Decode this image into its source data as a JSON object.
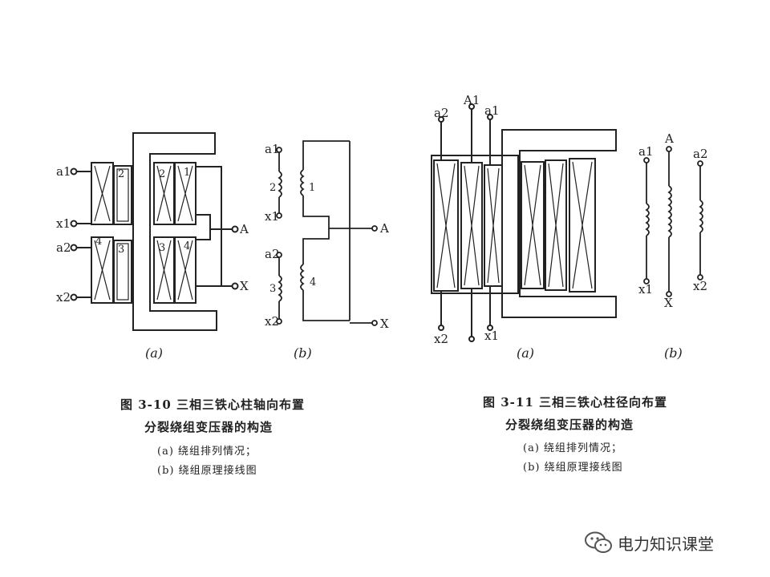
{
  "fig1": {
    "terminals": {
      "a1": "a1",
      "x1": "x1",
      "a2": "a2",
      "x2": "x2",
      "A": "A",
      "X": "X"
    },
    "coil_numbers": {
      "n1": "1",
      "n2": "2",
      "n3": "3",
      "n4": "4"
    },
    "sub_a": "(a)",
    "sub_b": "(b)",
    "caption": {
      "line1": "图 3-10 三相三铁心柱轴向布置",
      "line2": "分裂绕组变压器的构造",
      "item_a": "(a) 绕组排列情况；",
      "item_b": "(b) 绕组原理接线图"
    }
  },
  "fig2": {
    "terminals": {
      "a2": "a2",
      "A1": "A1",
      "a1": "a1",
      "x2": "x2",
      "x1": "x1",
      "A": "A",
      "X": "X"
    },
    "sub_a": "(a)",
    "sub_b": "(b)",
    "caption": {
      "line1": "图 3-11 三相三铁心柱径向布置",
      "line2": "分裂绕组变压器的构造",
      "item_a": "(a) 绕组排列情况；",
      "item_b": "(b) 绕组原理接线图"
    }
  },
  "watermark": {
    "text": "电力知识课堂",
    "icon": "wechat-icon"
  }
}
